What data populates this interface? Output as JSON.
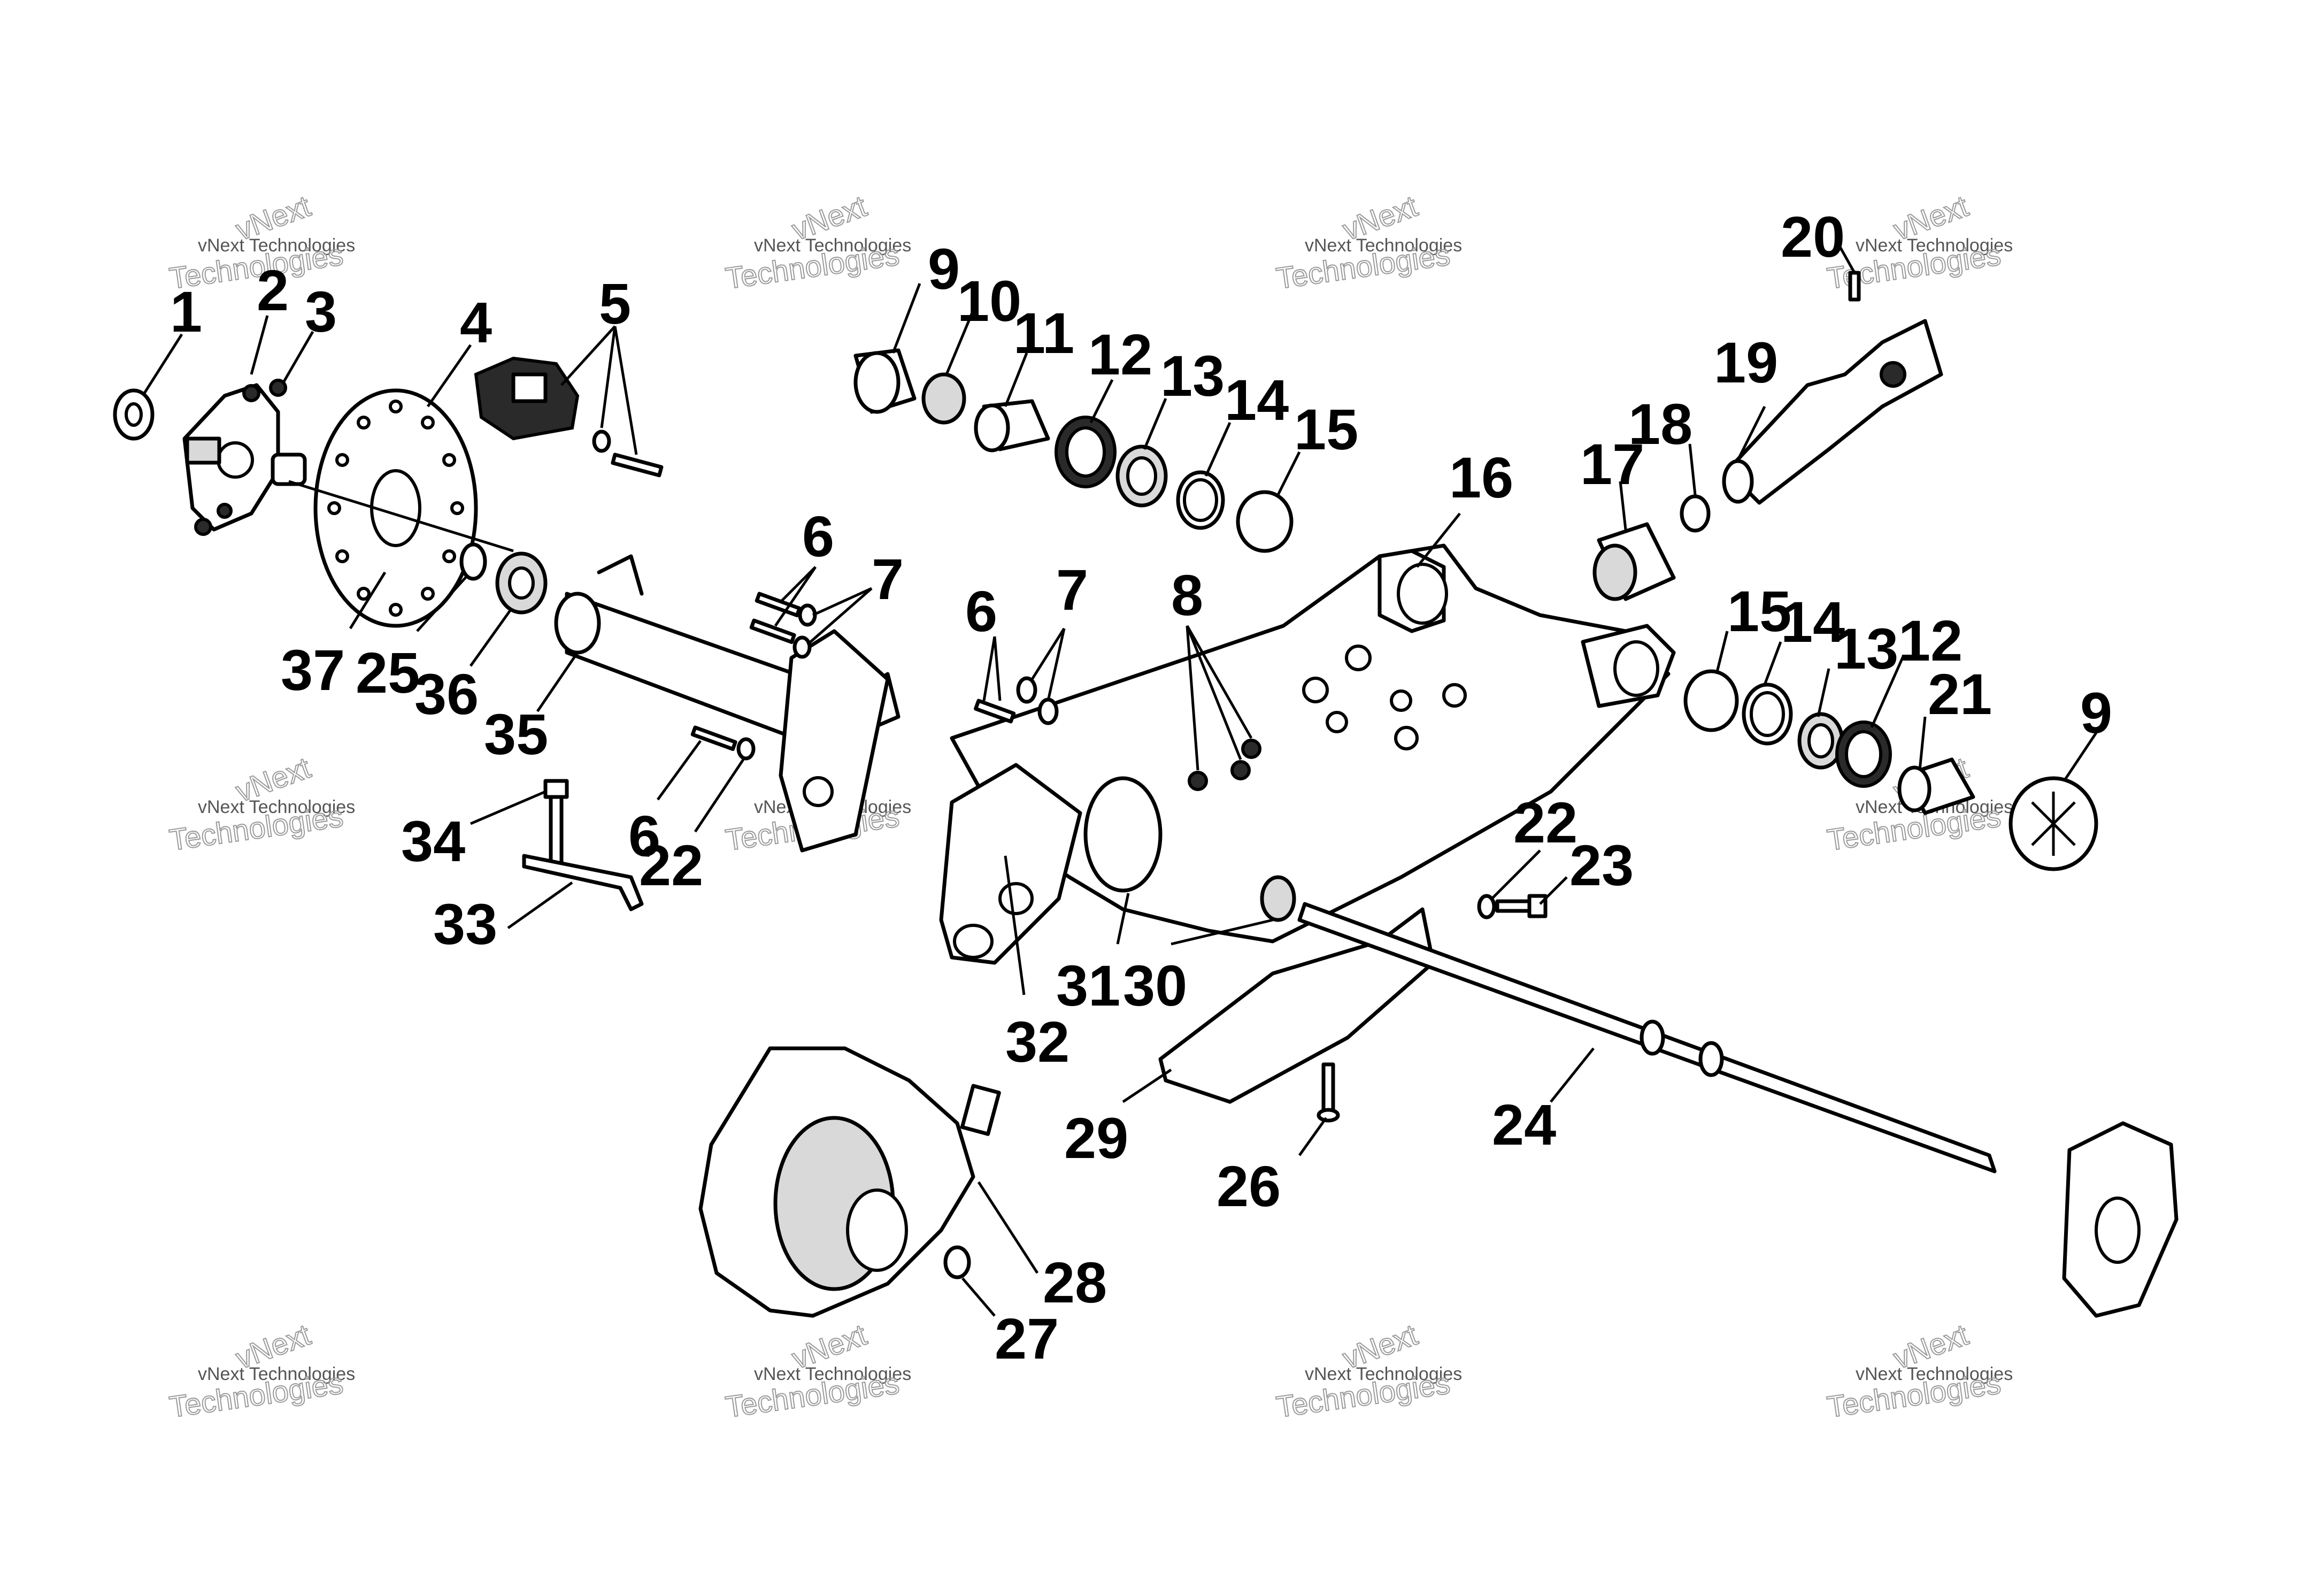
{
  "watermark": {
    "line1": "vNext Technologies",
    "line2": "vNext",
    "line3": "Technologies"
  },
  "callouts": [
    {
      "id": "c1",
      "label": "1"
    },
    {
      "id": "c2",
      "label": "2"
    },
    {
      "id": "c3",
      "label": "3"
    },
    {
      "id": "c4",
      "label": "4"
    },
    {
      "id": "c5",
      "label": "5"
    },
    {
      "id": "c6a",
      "label": "6"
    },
    {
      "id": "c6b",
      "label": "6"
    },
    {
      "id": "c6c",
      "label": "6"
    },
    {
      "id": "c7a",
      "label": "7"
    },
    {
      "id": "c7b",
      "label": "7"
    },
    {
      "id": "c8",
      "label": "8"
    },
    {
      "id": "c9a",
      "label": "9"
    },
    {
      "id": "c9b",
      "label": "9"
    },
    {
      "id": "c10",
      "label": "10"
    },
    {
      "id": "c11",
      "label": "11"
    },
    {
      "id": "c12a",
      "label": "12"
    },
    {
      "id": "c12b",
      "label": "12"
    },
    {
      "id": "c13a",
      "label": "13"
    },
    {
      "id": "c13b",
      "label": "13"
    },
    {
      "id": "c14a",
      "label": "14"
    },
    {
      "id": "c14b",
      "label": "14"
    },
    {
      "id": "c15a",
      "label": "15"
    },
    {
      "id": "c15b",
      "label": "15"
    },
    {
      "id": "c16",
      "label": "16"
    },
    {
      "id": "c17",
      "label": "17"
    },
    {
      "id": "c18",
      "label": "18"
    },
    {
      "id": "c19",
      "label": "19"
    },
    {
      "id": "c20",
      "label": "20"
    },
    {
      "id": "c21",
      "label": "21"
    },
    {
      "id": "c22a",
      "label": "22"
    },
    {
      "id": "c22b",
      "label": "22"
    },
    {
      "id": "c23",
      "label": "23"
    },
    {
      "id": "c24",
      "label": "24"
    },
    {
      "id": "c25",
      "label": "25"
    },
    {
      "id": "c26",
      "label": "26"
    },
    {
      "id": "c27",
      "label": "27"
    },
    {
      "id": "c28",
      "label": "28"
    },
    {
      "id": "c29",
      "label": "29"
    },
    {
      "id": "c30",
      "label": "30"
    },
    {
      "id": "c31",
      "label": "31"
    },
    {
      "id": "c32",
      "label": "32"
    },
    {
      "id": "c33",
      "label": "33"
    },
    {
      "id": "c34",
      "label": "34"
    },
    {
      "id": "c35",
      "label": "35"
    },
    {
      "id": "c36",
      "label": "36"
    },
    {
      "id": "c37",
      "label": "37"
    }
  ]
}
